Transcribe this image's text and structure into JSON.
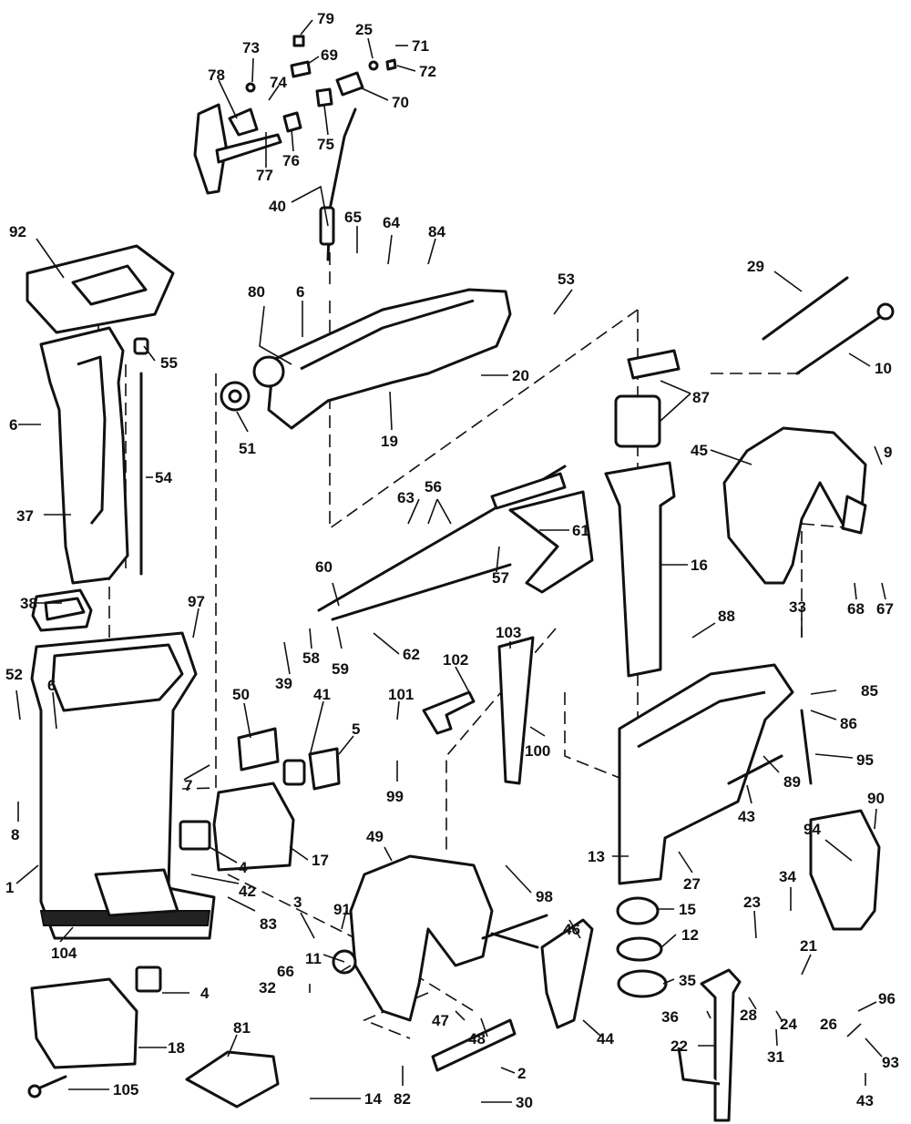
{
  "callouts": [
    "79",
    "25",
    "71",
    "73",
    "69",
    "72",
    "78",
    "74",
    "70",
    "75",
    "76",
    "77",
    "40",
    "65",
    "64",
    "84",
    "92",
    "80",
    "6",
    "53",
    "29",
    "55",
    "20",
    "87",
    "10",
    "51",
    "19",
    "9",
    "45",
    "6",
    "54",
    "56",
    "37",
    "63",
    "61",
    "16",
    "38",
    "60",
    "97",
    "57",
    "68",
    "67",
    "62",
    "88",
    "33",
    "103",
    "39",
    "58",
    "59",
    "102",
    "52",
    "6",
    "101",
    "85",
    "86",
    "100",
    "50",
    "41",
    "5",
    "95",
    "7",
    "99",
    "89",
    "43",
    "8",
    "90",
    "94",
    "17",
    "49",
    "13",
    "27",
    "4",
    "42",
    "91",
    "34",
    "98",
    "23",
    "1",
    "3",
    "15",
    "83",
    "46",
    "12",
    "104",
    "11",
    "66",
    "21",
    "4",
    "35",
    "32",
    "36",
    "28",
    "24",
    "96",
    "47",
    "48",
    "26",
    "44",
    "18",
    "31",
    "81",
    "22",
    "93",
    "105",
    "2",
    "82",
    "14",
    "30",
    "43"
  ]
}
